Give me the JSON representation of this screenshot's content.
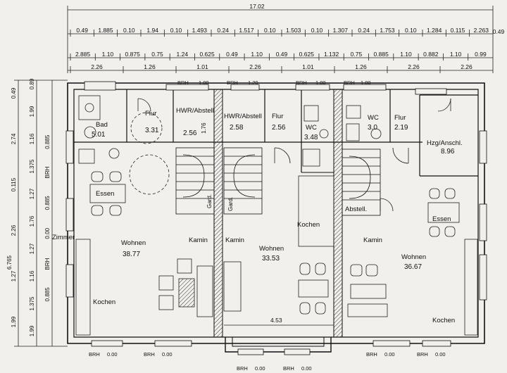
{
  "dims_top": {
    "total": "17.02",
    "right_end": "0.49",
    "row1": [
      "0.49",
      "1.885",
      "0.10",
      "1.94",
      "0.10",
      "1.493",
      "0.24",
      "1.517",
      "0.10",
      "1.503",
      "0.10",
      "1.307",
      "0.24",
      "1.753",
      "0.10",
      "1.284",
      "0.115",
      "2.263"
    ],
    "row2": [
      "2.885",
      "1.10",
      "0.875",
      "0.75",
      "1.24",
      "0.625",
      "0.49",
      "1.10",
      "0.49",
      "0.625",
      "1.132",
      "0.75",
      "0.885",
      "1.10",
      "0.882",
      "1.10",
      "0.99"
    ],
    "row3": [
      "2.26",
      "1.26",
      "1.01",
      "2.26",
      "1.01",
      "1.26",
      "2.26",
      "2.26"
    ]
  },
  "dims_left": {
    "total": "6.765",
    "outer": [
      "0.49",
      "2.74",
      "0.115",
      "2.26",
      "1.27",
      "1.99"
    ],
    "middle": [
      "0.89",
      "1.99",
      "1.16",
      "1.375",
      "1.27",
      "1.76",
      "1.27",
      "1.16",
      "1.375",
      "1.99"
    ],
    "inner": [
      "0.885",
      "BRH",
      "0.885",
      "0.00",
      "BRH",
      "0.885"
    ]
  },
  "rooms": [
    {
      "name": "Bad",
      "area": "5.01"
    },
    {
      "name": "Flur",
      "area": "3.31"
    },
    {
      "name": "HWR/Abstell",
      "area": "2.56"
    },
    {
      "name": "HWR/Abstell",
      "area": "2.58"
    },
    {
      "name": "Flur",
      "area": "2.56"
    },
    {
      "name": "WC",
      "area": "3.48"
    },
    {
      "name": "WC",
      "area": "3.0"
    },
    {
      "name": "Flur",
      "area": "2.19"
    },
    {
      "name": "Hzg/Anschl.",
      "area": "8.96"
    },
    {
      "name": "Wohnen",
      "area": "38.77"
    },
    {
      "name": "Wohnen",
      "area": "33.53"
    },
    {
      "name": "Wohnen",
      "area": "36.67"
    }
  ],
  "labels": {
    "essen": "Essen",
    "kamin": "Kamin",
    "kochen": "Kochen",
    "zimmer": "Zimmer",
    "abstell": "Abstell.",
    "gard": "Gard.",
    "center_dim": "4.53",
    "side_1_76": "1.76"
  },
  "brh": {
    "label": "BRH",
    "top": [
      "1.00",
      "1.20",
      "1.00",
      "1.00"
    ],
    "bottom_value": "0.00"
  }
}
